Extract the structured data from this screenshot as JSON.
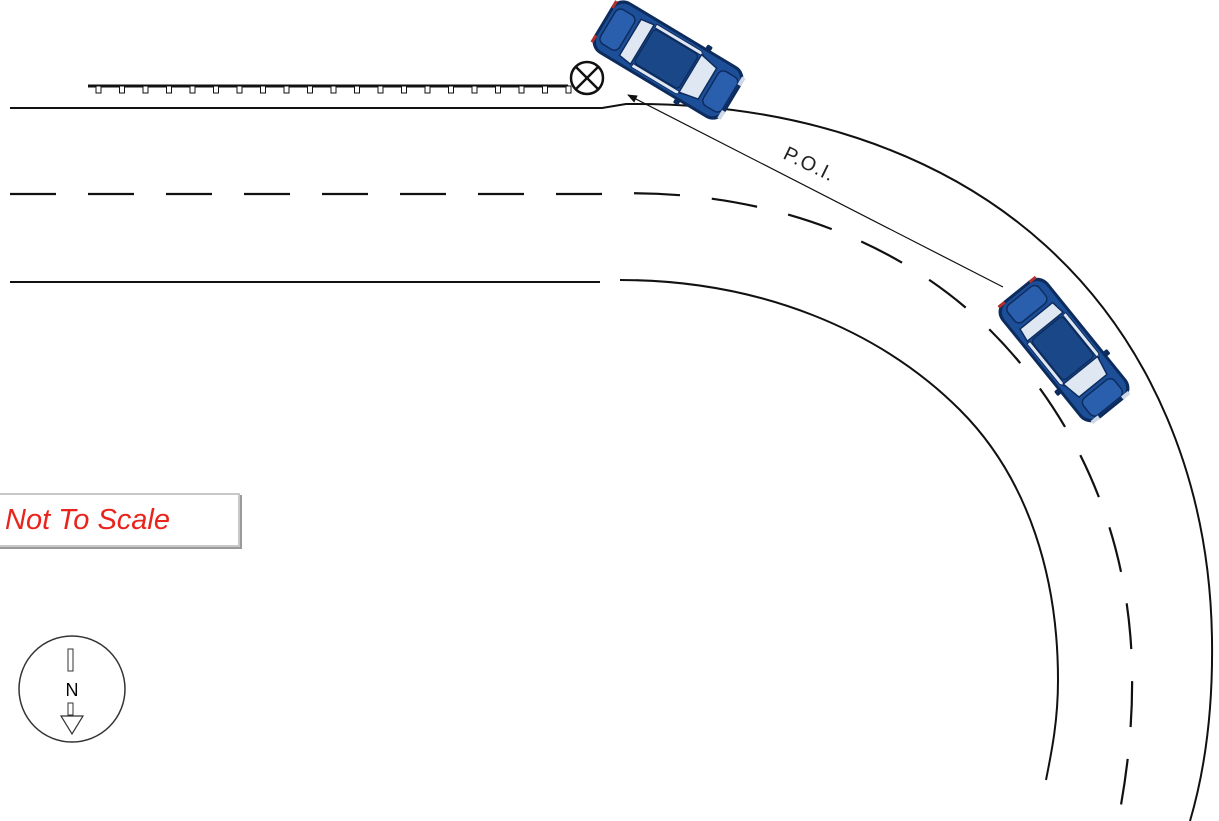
{
  "diagram": {
    "poi_label": "P.O.I.",
    "scale_note": "Not To Scale",
    "north_letter": "N",
    "colors": {
      "vehicle_body": "#1d4f99",
      "vehicle_dark": "#0d2c5e",
      "vehicle_glass": "#dfe7f2",
      "scale_text": "#e8241c",
      "road_line": "#111111"
    },
    "icons": [
      "impact-point-icon",
      "north-arrow-icon",
      "vehicle-icon"
    ]
  }
}
